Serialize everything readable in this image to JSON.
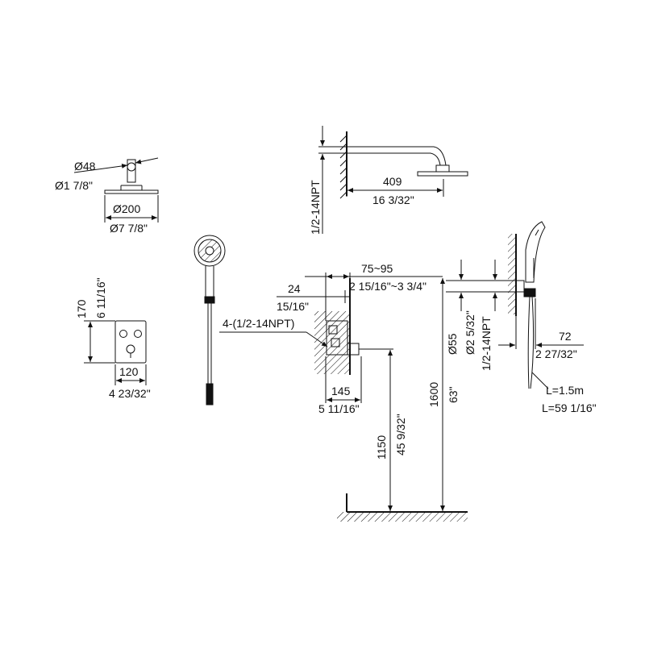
{
  "showerhead_topview": {
    "arm_dia_mm": "Ø48",
    "arm_dia_in": "Ø1 7/8\"",
    "head_dia_mm": "Ø200",
    "head_dia_in": "Ø7 7/8\""
  },
  "shower_arm_side": {
    "length_mm": "409",
    "length_in": "16 3/32\"",
    "thread": "1/2-14NPT"
  },
  "trim_plate": {
    "height_mm": "170",
    "height_in": "6 11/16\"",
    "width_mm": "120",
    "width_in": "4 23/32\""
  },
  "valve_section": {
    "wall_depth_mm": "75~95",
    "wall_depth_in": "2 15/16\"~3 3/4\"",
    "plate_offset_mm": "24",
    "plate_offset_in": "15/16\"",
    "ports": "4-(1/2-14NPT)",
    "body_width_mm": "145",
    "body_width_in": "5 11/16\"",
    "valve_height_mm": "1150",
    "valve_height_in": "45 9/32\"",
    "arm_height_mm": "1600",
    "arm_height_in": "63\""
  },
  "hand_shower_holder": {
    "outlet_dia_mm": "Ø55",
    "outlet_dia_in": "Ø2 5/32\"",
    "thread": "1/2-14NPT",
    "projection_mm": "72",
    "projection_in": "2 27/32\"",
    "hose_length_m": "L=1.5m",
    "hose_length_in": "L=59 1/16\""
  }
}
